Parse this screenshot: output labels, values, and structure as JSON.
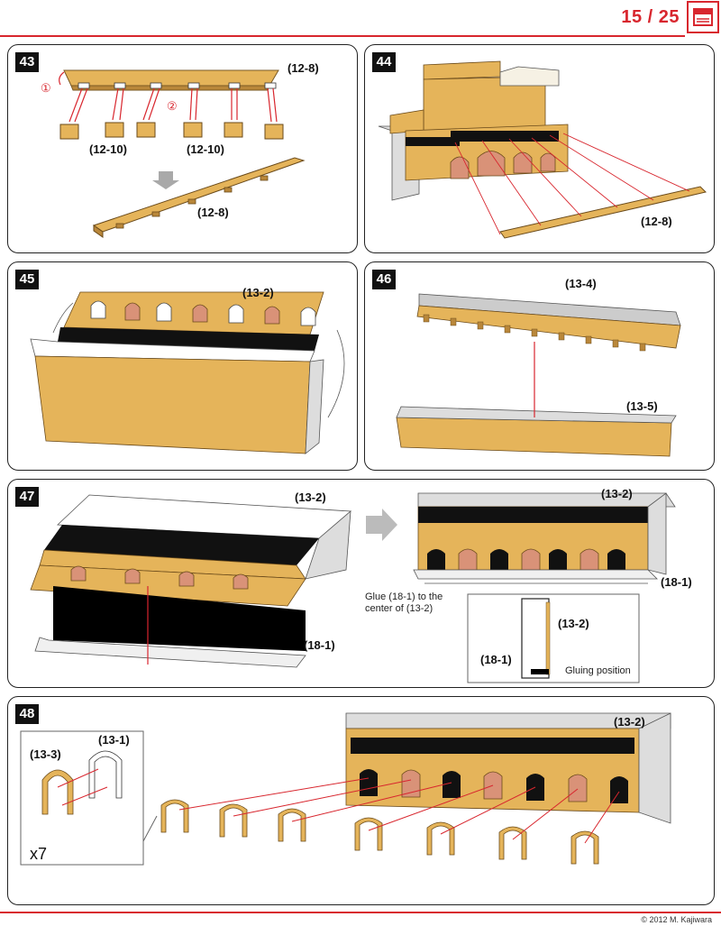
{
  "header": {
    "page": "15 / 25"
  },
  "steps": [
    {
      "num": "43",
      "labels": [
        "(12-8)",
        "(12-10)",
        "(12-10)",
        "(12-8)"
      ],
      "markers": [
        "①",
        "②"
      ]
    },
    {
      "num": "44",
      "labels": [
        "(12-8)"
      ]
    },
    {
      "num": "45",
      "labels": [
        "(13-2)"
      ]
    },
    {
      "num": "46",
      "labels": [
        "(13-4)",
        "(13-5)"
      ]
    },
    {
      "num": "47",
      "labels": [
        "(13-2)",
        "(18-1)",
        "(13-2)",
        "(18-1)",
        "(13-2)",
        "(18-1)"
      ],
      "note": "Glue (18-1) to the center of (13-2)",
      "inset_caption": "Gluing position"
    },
    {
      "num": "48",
      "labels": [
        "(13-3)",
        "(13-1)",
        "(13-2)"
      ],
      "multiplier": "x7"
    }
  ],
  "footer": {
    "copyright": "© 2012 M. Kajiwara"
  },
  "colors": {
    "accent": "#d8262e",
    "paper": "#e5b45a",
    "paper_dark": "#b9873a",
    "arch": "#d99278"
  }
}
